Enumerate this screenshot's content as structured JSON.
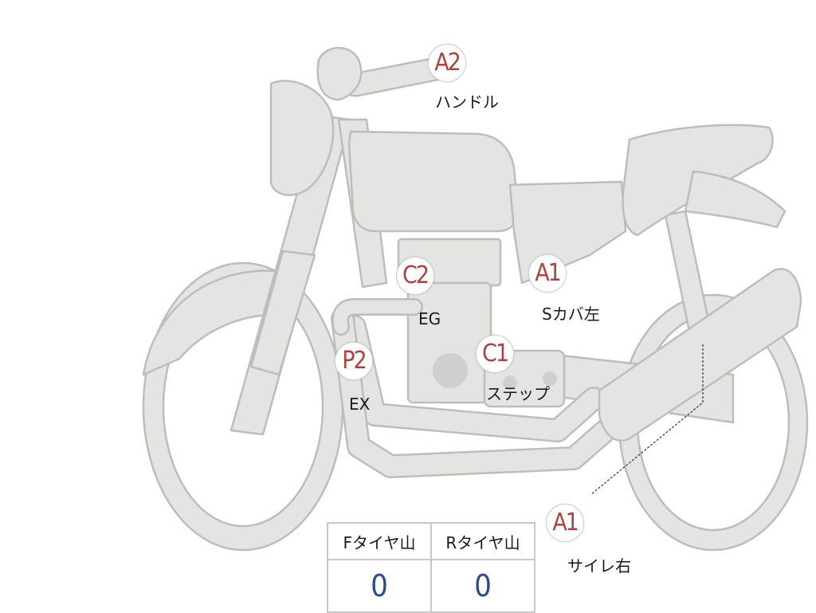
{
  "markers": [
    {
      "id": "handle",
      "grade": "A2",
      "label": "ハンドル"
    },
    {
      "id": "engine",
      "grade": "C2",
      "label": "EG"
    },
    {
      "id": "side-cover-left",
      "grade": "A1",
      "label": "Sカバ左"
    },
    {
      "id": "step",
      "grade": "C1",
      "label": "ステップ"
    },
    {
      "id": "exhaust",
      "grade": "P2",
      "label": "EX"
    },
    {
      "id": "muffler-right",
      "grade": "A1",
      "label": "サイレ右"
    }
  ],
  "tire_table": {
    "front_header": "Fタイヤ山",
    "rear_header": "Rタイヤ山",
    "front_value": "0",
    "rear_value": "0"
  },
  "colors": {
    "grade_text": "#b0413e",
    "tire_value_text": "#2e4a8c",
    "bike_fill": "#e4e4e2",
    "bike_outline": "#bdbdbb"
  }
}
